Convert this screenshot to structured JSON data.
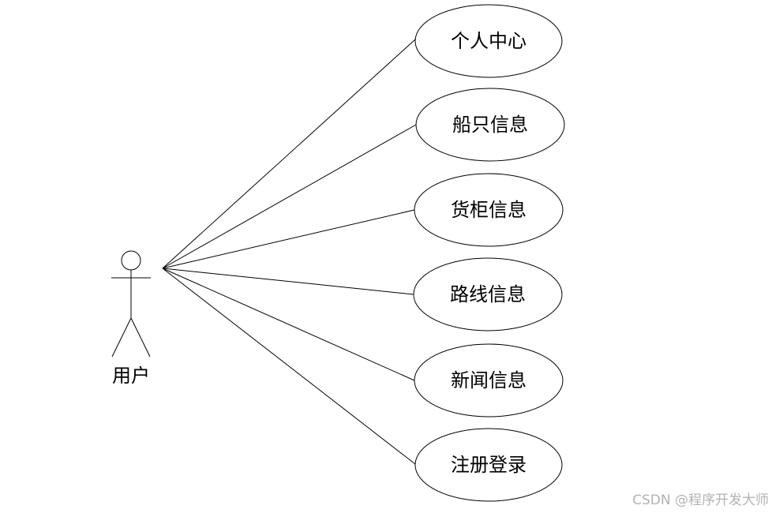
{
  "actor": {
    "label": "用户"
  },
  "use_cases": [
    {
      "label": "个人中心"
    },
    {
      "label": "船只信息"
    },
    {
      "label": "货柜信息"
    },
    {
      "label": "路线信息"
    },
    {
      "label": "新闻信息"
    },
    {
      "label": "注册登录"
    }
  ],
  "watermark": {
    "text": "CSDN @程序开发大师"
  },
  "colors": {
    "stroke": "#000000",
    "background": "#ffffff",
    "watermark": "#b3b3b3"
  }
}
